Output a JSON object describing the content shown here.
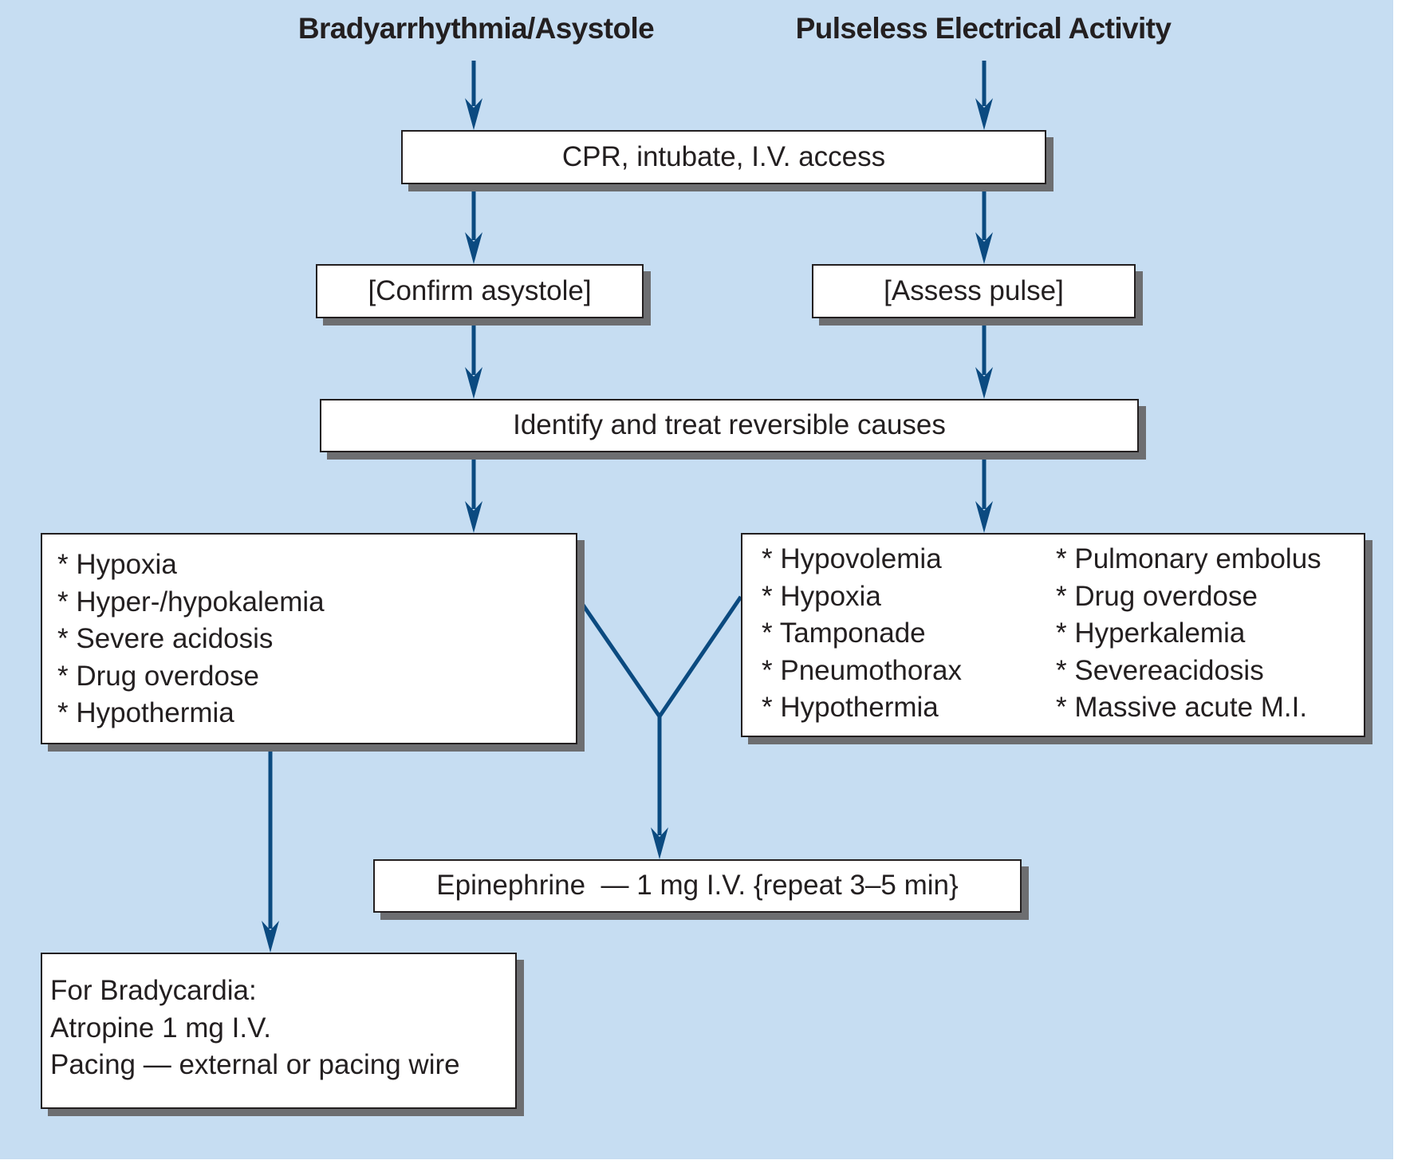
{
  "colors": {
    "background": "#c6ddf2",
    "arrow": "#0b4a80",
    "box_fill": "#ffffff",
    "box_border": "#231f20",
    "box_shadow": "#6d6e71",
    "text": "#231f20"
  },
  "headers": {
    "left": "Bradyarrhythmia/Asystole",
    "right": "Pulseless Electrical Activity"
  },
  "steps": {
    "cpr": "CPR, intubate, I.V. access",
    "confirm": "[Confirm asystole]",
    "assess": "[Assess pulse]",
    "identify": "Identify and treat reversible causes",
    "epinephrine": "Epinephrine  — 1 mg I.V. {repeat 3–5 min}"
  },
  "causes_asystole": [
    "* Hypoxia",
    "* Hyper-/hypokalemia",
    "* Severe acidosis",
    "* Drug overdose",
    "* Hypothermia"
  ],
  "causes_pea": {
    "column_1": [
      "* Hypovolemia",
      "* Hypoxia",
      "* Tamponade",
      "* Pneumothorax",
      "* Hypothermia"
    ],
    "column_2": [
      "* Pulmonary embolus",
      "* Drug overdose",
      "* Hyperkalemia",
      "* Severeacidosis",
      "* Massive acute M.I."
    ]
  },
  "bradycardia": {
    "lines": [
      "For Bradycardia:",
      "Atropine 1 mg I.V.",
      "Pacing — external or pacing wire"
    ]
  }
}
